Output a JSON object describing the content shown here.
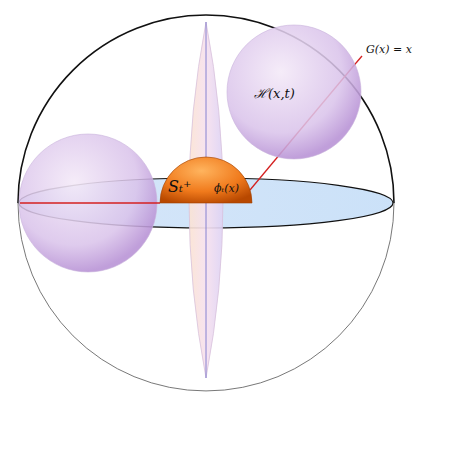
{
  "diagram": {
    "nodes": [
      {
        "text": [
          "Sₜ⁺",
          "ϕₜ(x)"
        ]
      },
      {
        "text": [
          "ℋ(x,t)"
        ]
      }
    ],
    "labels": [
      "G(x) = x"
    ]
  }
}
